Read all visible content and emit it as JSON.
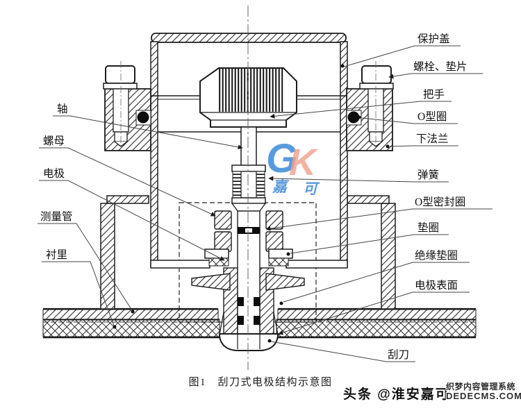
{
  "figure": {
    "caption": "图1　刮刀式电极结构示意图"
  },
  "labels": {
    "left": [
      "轴",
      "螺母",
      "电极",
      "测量管",
      "衬里"
    ],
    "right": [
      "保护盖",
      "螺栓、垫片",
      "把手",
      "O型圈",
      "下法兰",
      "弹簧",
      "O型密封圈",
      "垫圈",
      "绝缘垫圈",
      "电极表面",
      "刮刀"
    ]
  },
  "logo": {
    "g": "G",
    "k": "K",
    "zh1": "嘉",
    "zh2": "可"
  },
  "watermarks": {
    "toutiao": "头条 @淮安嘉可",
    "dede_line1": "织梦内容管理系统",
    "dede_line2": "DEDECMS.COM"
  },
  "colors": {
    "line": "#1c1c1c",
    "leader": "#444444",
    "logo_blue": "#3b8ad6",
    "logo_red": "#f2a08c",
    "logo_script_blue": "#4a8fd9"
  }
}
